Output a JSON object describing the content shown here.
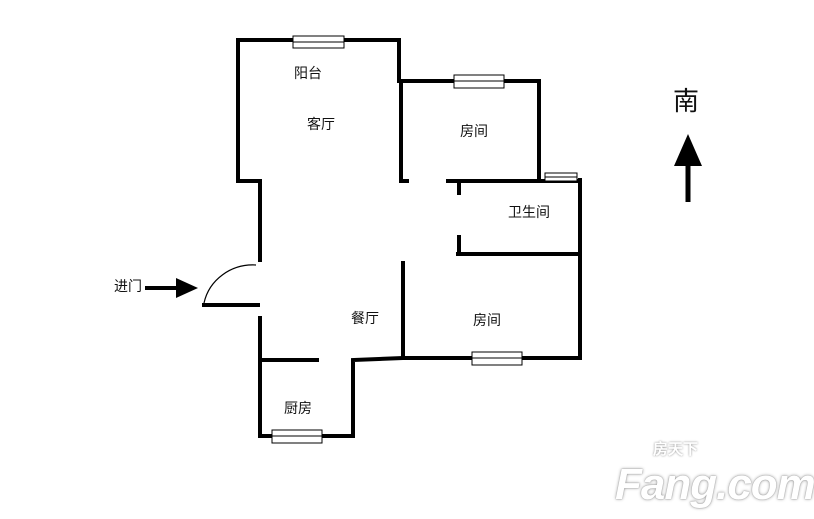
{
  "rooms": {
    "balcony": "阳台",
    "living_room": "客厅",
    "bedroom_north": "房间",
    "bathroom": "卫生间",
    "dining_room": "餐厅",
    "bedroom_south": "房间",
    "kitchen": "厨房"
  },
  "entrance_label": "进门",
  "compass_label": "南",
  "watermark": {
    "cn": "房天下",
    "en": "Fang.com"
  }
}
